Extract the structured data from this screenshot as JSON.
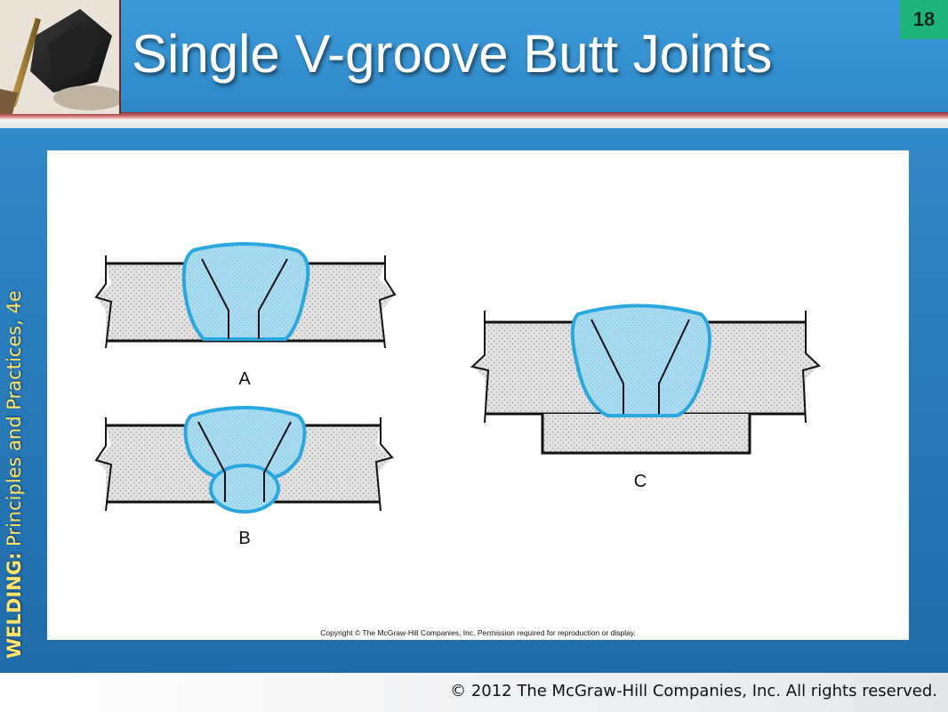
{
  "slide": {
    "title": "Single V-groove Butt Joints",
    "number": "18",
    "side_label_bold": "WELDING:",
    "side_label_rest": " Principles and Practices, 4e",
    "footer": "© 2012 The McGraw-Hill Companies, Inc. All rights reserved."
  },
  "figure": {
    "copyright": "Copyright © The McGraw-Hill Companies, Inc. Permission required for reproduction or display.",
    "labels": {
      "a": "A",
      "b": "B",
      "c": "C"
    }
  },
  "colors": {
    "weld_fill": "#a9dcf0",
    "weld_outline": "#2aa7de",
    "plate_fill": "#e2e2e2",
    "title_text": "#ffffff",
    "side_label": "#ffe36a",
    "slide_number_bg": "#1fb47a"
  }
}
